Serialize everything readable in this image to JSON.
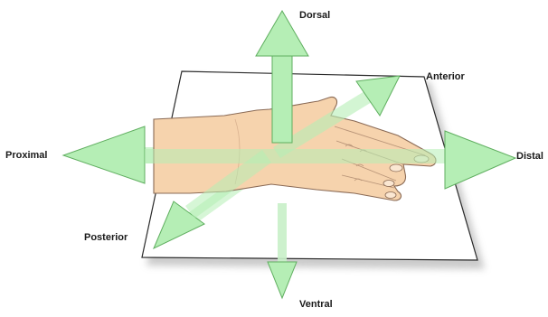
{
  "diagram": {
    "labels": {
      "dorsal": "Dorsal",
      "anterior": "Anterior",
      "proximal": "Proximal",
      "distal": "Distal",
      "posterior": "Posterior",
      "ventral": "Ventral"
    }
  },
  "colors": {
    "arrow_fill": "#b5eeb5",
    "arrow_stroke": "#5fae5f",
    "plane_fill": "#ffffff",
    "plane_stroke": "#2a2a2a",
    "plane_shadow": "#bdbdbd",
    "skin": "#f6d3ad",
    "skin_stroke": "#8a6a55"
  },
  "icons": [
    "arrow-dorsal-icon",
    "arrow-ventral-icon",
    "arrow-proximal-icon",
    "arrow-distal-icon",
    "arrow-anterior-icon",
    "arrow-posterior-icon",
    "hand-icon"
  ]
}
